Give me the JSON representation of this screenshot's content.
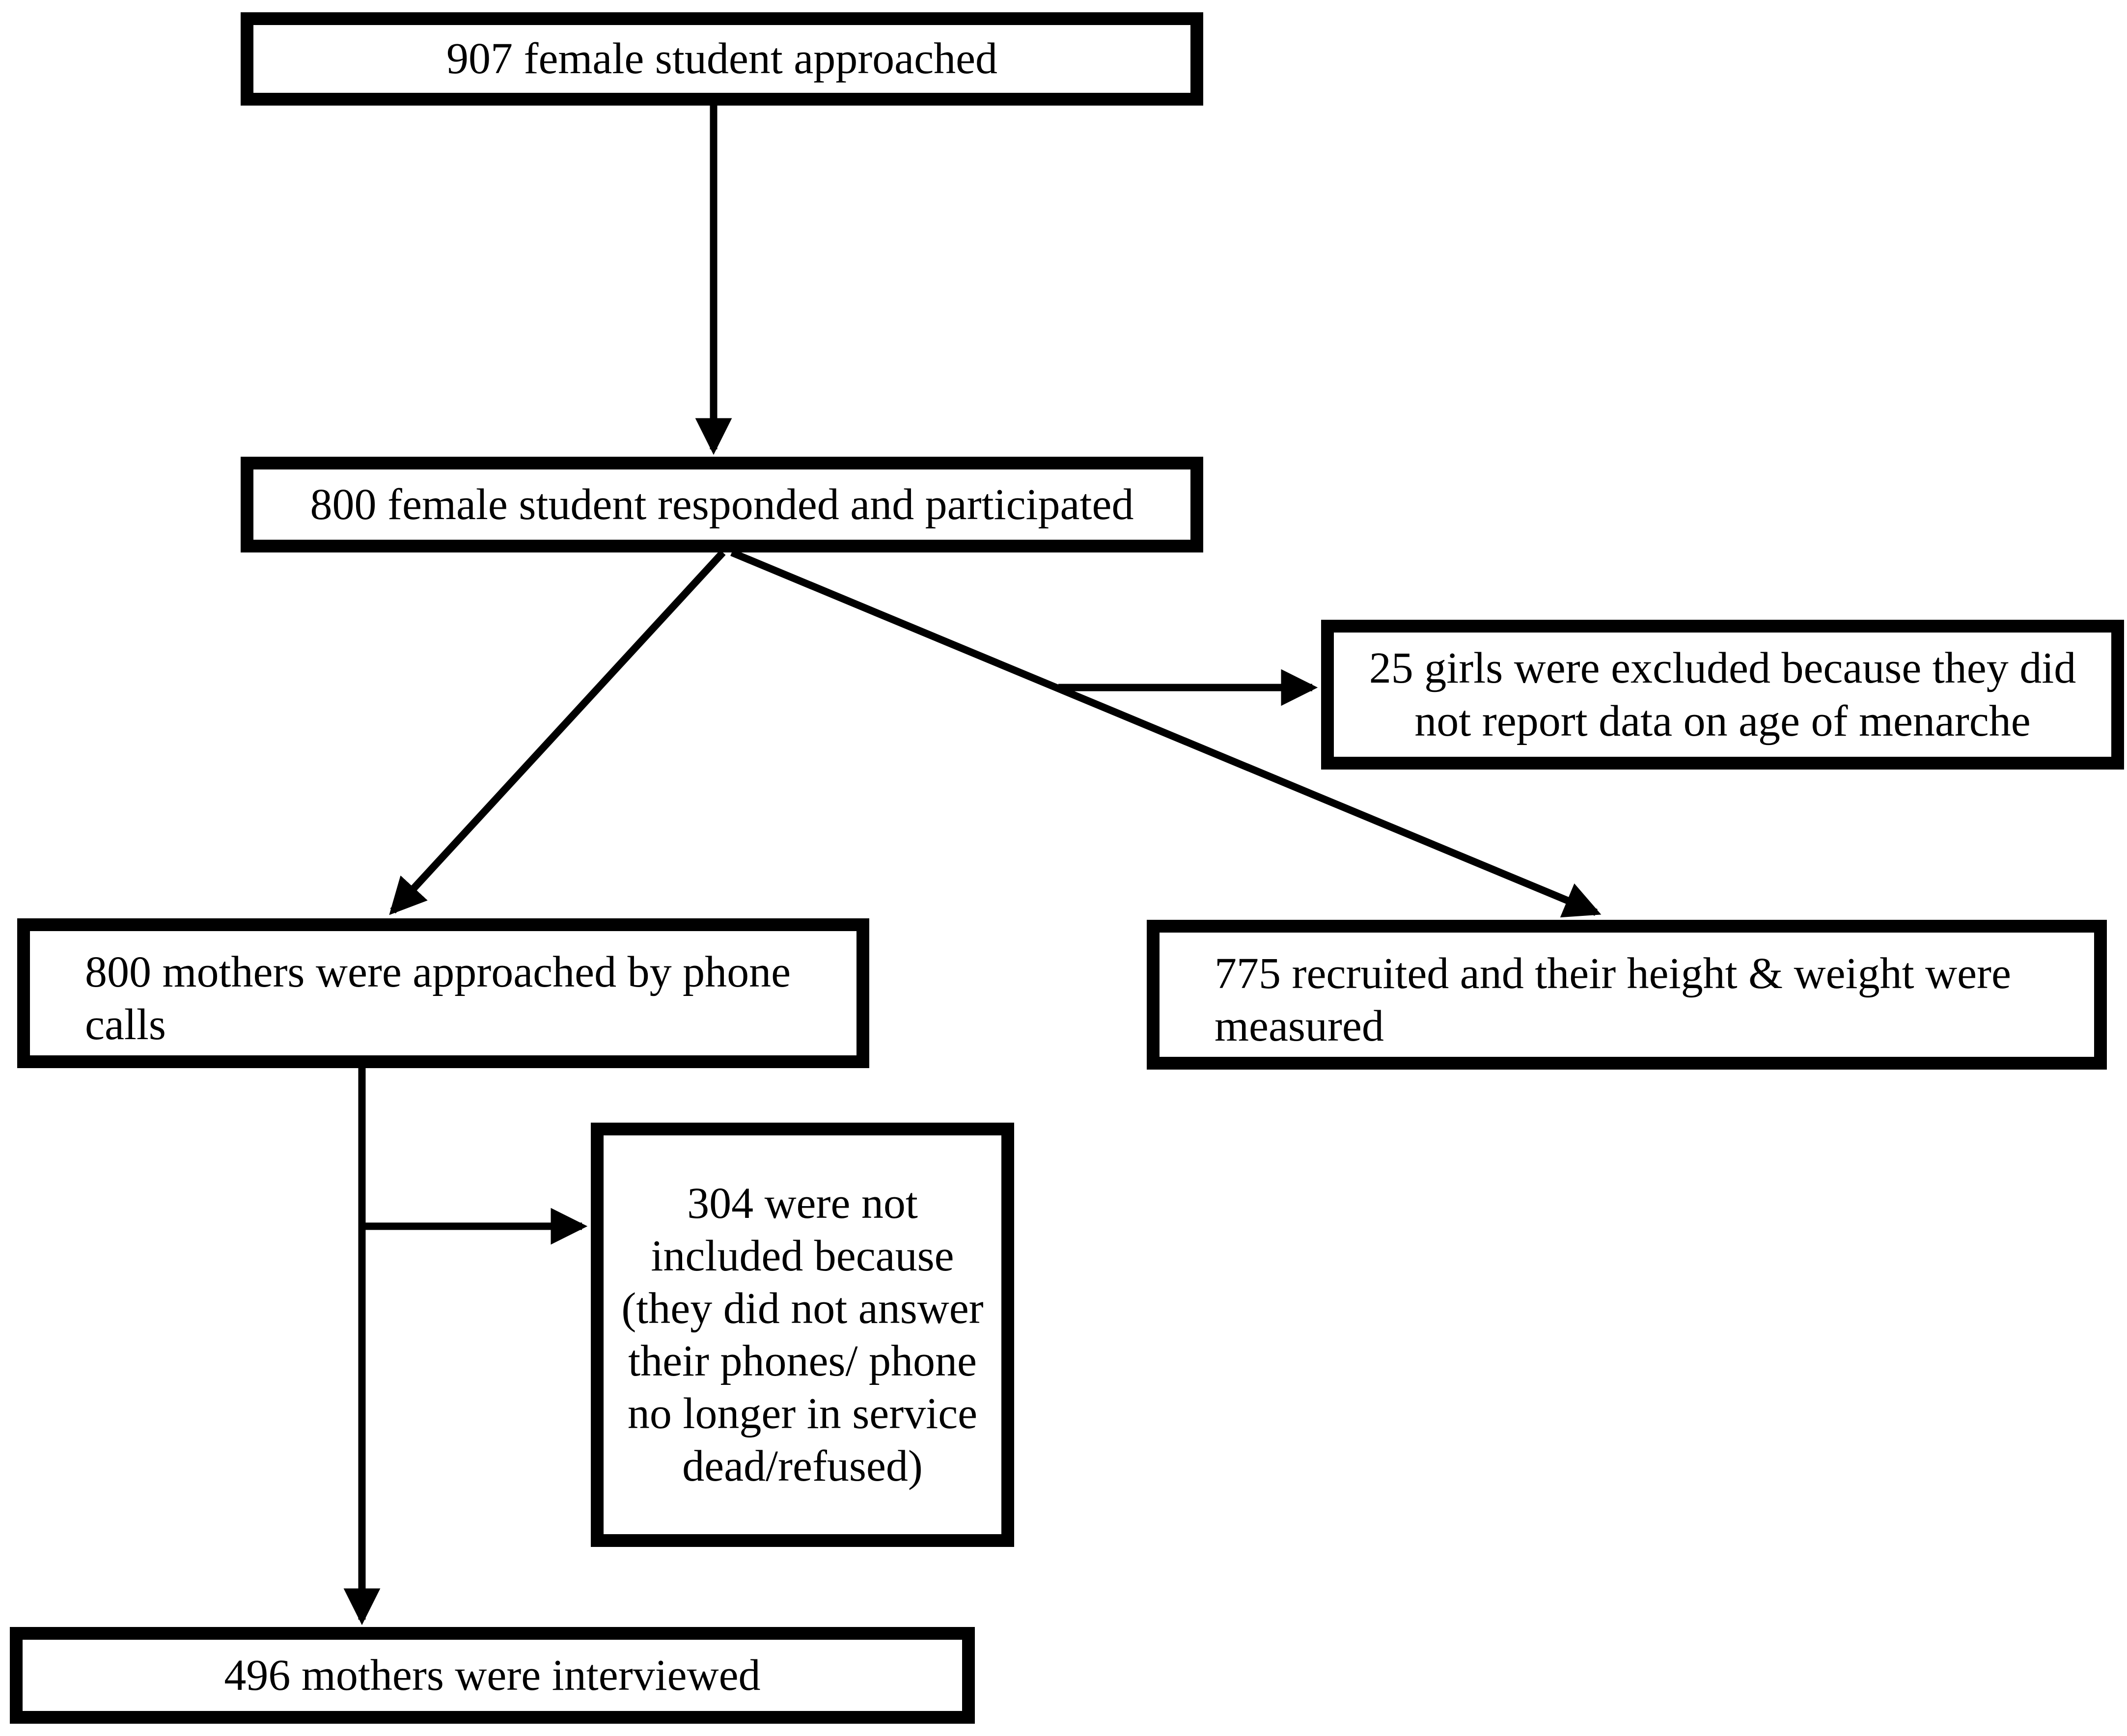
{
  "diagram": {
    "type": "flowchart",
    "background_color": "#ffffff",
    "line_color": "#000000",
    "box_border_color": "#000000",
    "text_color": "#000000",
    "nodes": {
      "approached": {
        "text": "907 female student approached"
      },
      "responded": {
        "text": "800 female student responded and participated"
      },
      "excluded": {
        "text": "25 girls were excluded because they did not report data on age of menarche"
      },
      "mothers_approached": {
        "text": "800 mothers were approached by phone calls"
      },
      "recruited": {
        "text": "775 recruited and their height & weight were measured"
      },
      "not_included": {
        "text": "304 were not included because (they did not answer their phones/ phone no longer in service dead/refused)"
      },
      "interviewed": {
        "text": "496 mothers were interviewed"
      }
    },
    "edges": [
      {
        "from": "approached",
        "to": "responded"
      },
      {
        "from": "responded",
        "to": "mothers_approached"
      },
      {
        "from": "responded",
        "to": "excluded"
      },
      {
        "from": "responded",
        "to": "recruited"
      },
      {
        "from": "mothers_approached",
        "to": "not_included"
      },
      {
        "from": "mothers_approached",
        "to": "interviewed"
      }
    ]
  }
}
